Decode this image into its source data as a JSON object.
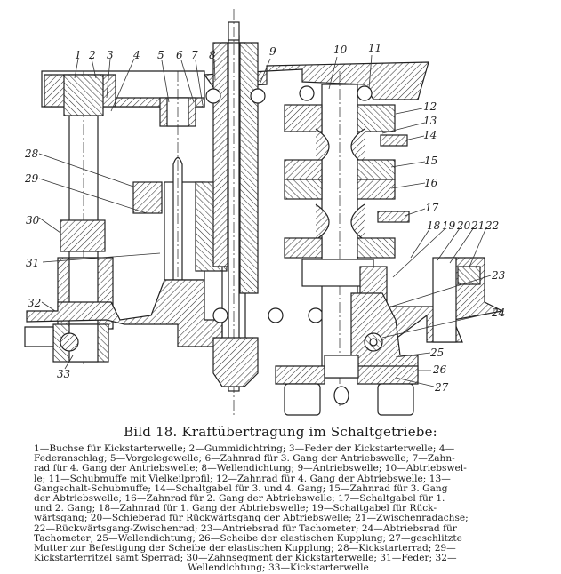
{
  "figure": {
    "title": "Bild 18. Kraftübertragung im Schaltgetriebe:",
    "part_labels": [
      "1",
      "2",
      "3",
      "4",
      "5",
      "6",
      "7",
      "8",
      "9",
      "10",
      "11",
      "12",
      "13",
      "14",
      "15",
      "16",
      "17",
      "18",
      "19",
      "20",
      "21",
      "22",
      "23",
      "24",
      "25",
      "26",
      "27",
      "28",
      "29",
      "30",
      "31",
      "32",
      "33"
    ],
    "legend": [
      {
        "num": "1",
        "text": "Buchse für Kickstarterwelle"
      },
      {
        "num": "2",
        "text": "Gummidichtring"
      },
      {
        "num": "3",
        "text": "Feder der Kickstarterwelle"
      },
      {
        "num": "4",
        "text": "Federanschlag"
      },
      {
        "num": "5",
        "text": "Vorgelegewelle"
      },
      {
        "num": "6",
        "text": "Zahnrad für 3. Gang der Antriebswelle"
      },
      {
        "num": "7",
        "text": "Zahnrad für 4. Gang der Antriebswelle"
      },
      {
        "num": "8",
        "text": "Wellendichtung"
      },
      {
        "num": "9",
        "text": "Antriebswelle"
      },
      {
        "num": "10",
        "text": "Abtriebswelle"
      },
      {
        "num": "11",
        "text": "Schubmuffe mit Vielkeilprofil"
      },
      {
        "num": "12",
        "text": "Zahnrad für 4. Gang der Abtriebswelle"
      },
      {
        "num": "13",
        "text": "Gangschalt-Schubmuffe"
      },
      {
        "num": "14",
        "text": "Schaltgabel für 3. und 4. Gang"
      },
      {
        "num": "15",
        "text": "Zahnrad für 3. Gang der Abtriebswelle"
      },
      {
        "num": "16",
        "text": "Zahnrad für 2. Gang der Abtriebswelle"
      },
      {
        "num": "17",
        "text": "Schaltgabel für 1. und 2. Gang"
      },
      {
        "num": "18",
        "text": "Zahnrad für 1. Gang der Abtriebswelle"
      },
      {
        "num": "19",
        "text": "Schaltgabel für Rückwärtsgang"
      },
      {
        "num": "20",
        "text": "Schieberad für Rückwärtsgang der Abtriebswelle"
      },
      {
        "num": "21",
        "text": "Zwischenradachse"
      },
      {
        "num": "22",
        "text": "Rückwärtsgang-Zwischenrad"
      },
      {
        "num": "23",
        "text": "Antriebsrad für Tachometer"
      },
      {
        "num": "24",
        "text": "Abtriebsrad für Tachometer"
      },
      {
        "num": "25",
        "text": "Wellendichtung"
      },
      {
        "num": "26",
        "text": "Scheibe der elastischen Kupplung"
      },
      {
        "num": "27",
        "text": "geschlitzte Mutter zur Befestigung der Scheibe der elastischen Kupplung"
      },
      {
        "num": "28",
        "text": "Kickstarterrad"
      },
      {
        "num": "29",
        "text": "Kickstarterritzel samt Sperrad"
      },
      {
        "num": "30",
        "text": "Zahnsegment der Kickstarterwelle"
      },
      {
        "num": "31",
        "text": "Feder"
      },
      {
        "num": "32",
        "text": "Wellendichtung"
      },
      {
        "num": "33",
        "text": "Kickstarterwelle"
      }
    ],
    "legend_lines": [
      "1—Buchse für Kickstarterwelle; 2—Gummidichtring; 3—Feder der Kickstarterwelle; 4—",
      "Federanschlag; 5—Vorgelegewelle; 6—Zahnrad für 3. Gang der Antriebswelle; 7—Zahn-",
      "rad für 4. Gang der Antriebswelle; 8—Wellendichtung; 9—Antriebswelle; 10—Abtriebswel-",
      "le; 11—Schubmuffe mit Vielkeilprofil; 12—Zahnrad für 4. Gang der Abtriebswelle; 13—",
      "Gangschalt-Schubmuffe; 14—Schaltgabel für 3. und 4. Gang; 15—Zahnrad für 3. Gang",
      "der Abtriebswelle; 16—Zahnrad für 2. Gang der Abtriebswelle; 17—Schaltgabel für 1.",
      "und 2. Gang; 18—Zahnrad für 1. Gang der Abtriebswelle; 19—Schaltgabel für Rück-",
      "wärtsgang; 20—Schieberad für Rückwärtsgang der Abtriebswelle; 21—Zwischenradachse;",
      "22—Rückwärtsgang-Zwischenrad; 23—Antriebsrad für Tachometer; 24—Abtriebsrad für",
      "Tachometer; 25—Wellendichtung; 26—Scheibe der elastischen Kupplung; 27—geschlitzte",
      "Mutter zur Befestigung der Scheibe der elastischen Kupplung; 28—Kickstarterrad; 29—",
      "Kickstarterritzel samt Sperrad; 30—Zahnsegment der Kickstarterwelle; 31—Feder; 32—",
      "Wellendichtung; 33—Kickstarterwelle"
    ]
  }
}
